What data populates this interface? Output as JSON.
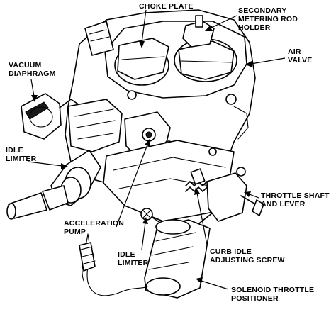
{
  "labels": {
    "choke_plate": "CHOKE PLATE",
    "secondary_metering_rod_holder": [
      "SECONDARY",
      "METERING ROD",
      "HOLDER"
    ],
    "air_valve": [
      "AIR",
      "VALVE"
    ],
    "vacuum_diaphragm": [
      "VACUUM",
      "DIAPHRAGM"
    ],
    "idle_limiter_left": [
      "IDLE",
      "LIMITER"
    ],
    "throttle_shaft_and_lever": [
      "THROTTLE SHAFT",
      "AND LEVER"
    ],
    "acceleration_pump": [
      "ACCELERATION",
      "PUMP"
    ],
    "idle_limiter_bottom": [
      "IDLE",
      "LIMITER"
    ],
    "curb_idle_adjusting_screw": [
      "CURB IDLE",
      "ADJUSTING SCREW"
    ],
    "solenoid_throttle_positioner": [
      "SOLENOID THROTTLE",
      "POSITIONER"
    ]
  }
}
